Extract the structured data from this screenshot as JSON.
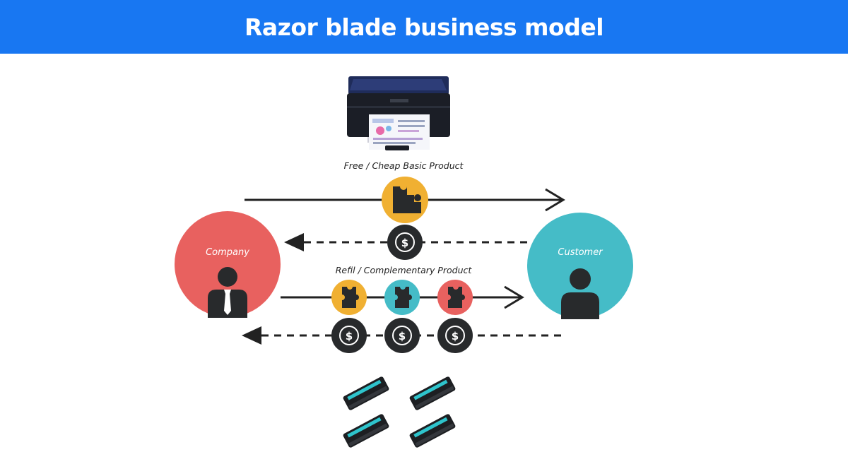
{
  "header": {
    "title": "Razor blade business model",
    "background": "#1877f2"
  },
  "labels": {
    "basic_product": "Free / Cheap Basic Product",
    "complementary_product": "Refil / Complementary Product"
  },
  "company": {
    "label": "Company",
    "color": "#e8615f"
  },
  "customer": {
    "label": "Customer",
    "color": "#45bcc7"
  },
  "colors": {
    "puzzle_yellow": "#f0b032",
    "puzzle_teal": "#45bcc7",
    "puzzle_red": "#e8615f",
    "dark": "#282a2c",
    "arrow": "#222222"
  },
  "icons": {
    "printer": "printer-icon",
    "puzzle": "puzzle-piece-icon",
    "dollar": "dollar-coin-icon",
    "person": "person-icon",
    "cartridge": "toner-cartridge-icon"
  },
  "dollar_symbol": "$"
}
